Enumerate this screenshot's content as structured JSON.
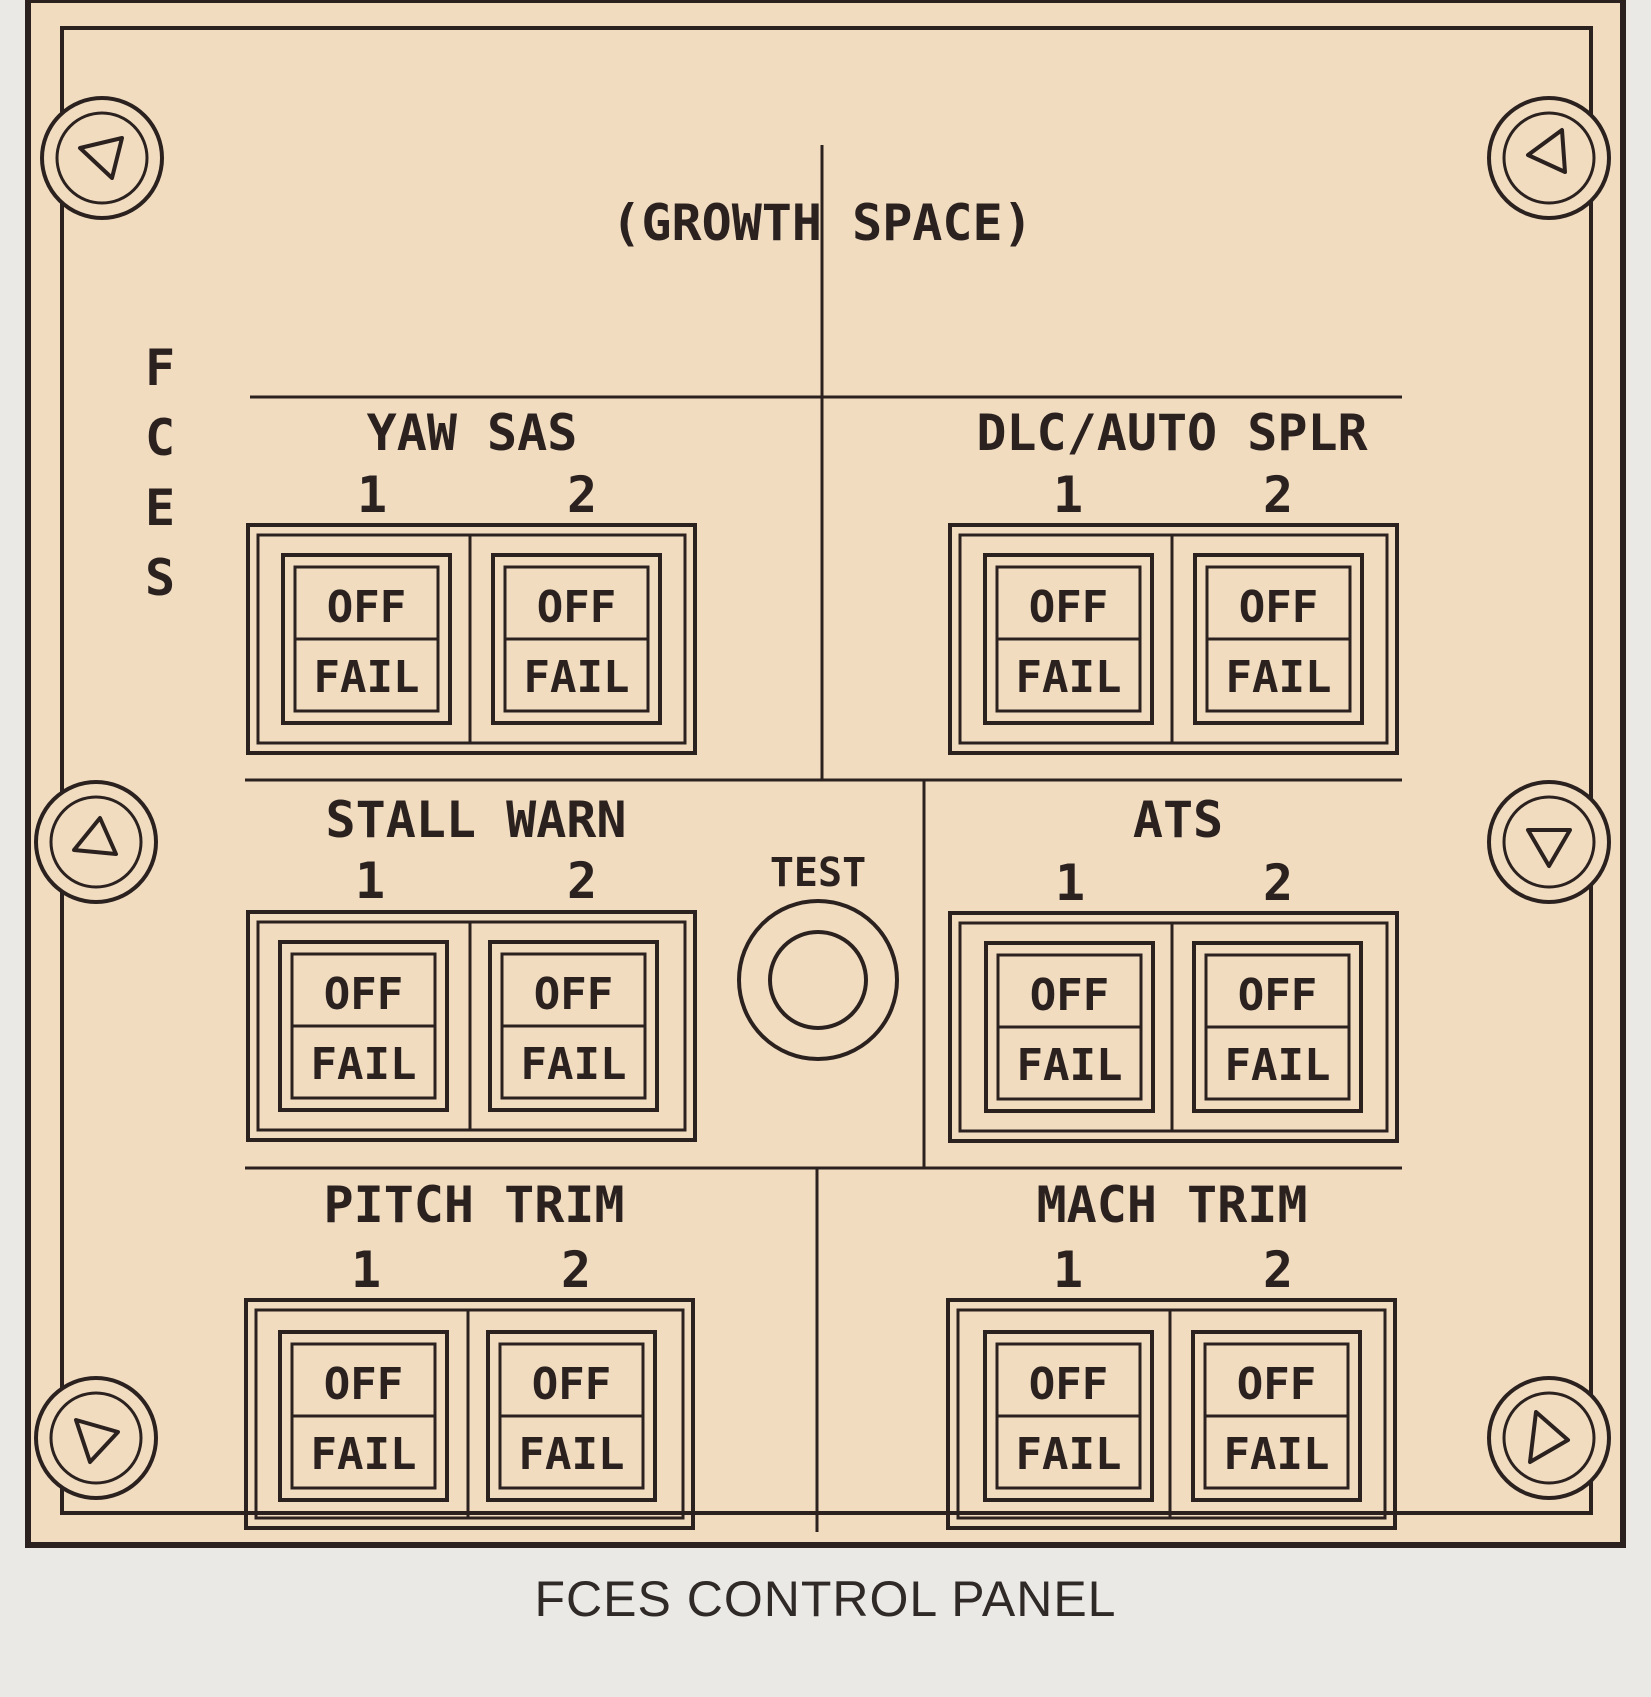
{
  "panel": {
    "growth_space": "(GROWTH SPACE)",
    "side_letters": [
      "F",
      "C",
      "E",
      "S"
    ],
    "test_label": "TEST",
    "caption": "FCES CONTROL PANEL",
    "colors": {
      "panel_face": "#f1dcc0",
      "line": "#2b2220",
      "page": "#ebe9e6"
    },
    "groups": [
      {
        "title": "YAW SAS",
        "num1": "1",
        "num2": "2",
        "switches": [
          {
            "top": "OFF",
            "bottom": "FAIL"
          },
          {
            "top": "OFF",
            "bottom": "FAIL"
          }
        ]
      },
      {
        "title": "DLC/AUTO SPLR",
        "num1": "1",
        "num2": "2",
        "switches": [
          {
            "top": "OFF",
            "bottom": "FAIL"
          },
          {
            "top": "OFF",
            "bottom": "FAIL"
          }
        ]
      },
      {
        "title": "STALL WARN",
        "num1": "1",
        "num2": "2",
        "switches": [
          {
            "top": "OFF",
            "bottom": "FAIL"
          },
          {
            "top": "OFF",
            "bottom": "FAIL"
          }
        ]
      },
      {
        "title": "ATS",
        "num1": "1",
        "num2": "2",
        "switches": [
          {
            "top": "OFF",
            "bottom": "FAIL"
          },
          {
            "top": "OFF",
            "bottom": "FAIL"
          }
        ]
      },
      {
        "title": "PITCH TRIM",
        "num1": "1",
        "num2": "2",
        "switches": [
          {
            "top": "OFF",
            "bottom": "FAIL"
          },
          {
            "top": "OFF",
            "bottom": "FAIL"
          }
        ]
      },
      {
        "title": "MACH TRIM",
        "num1": "1",
        "num2": "2",
        "switches": [
          {
            "top": "OFF",
            "bottom": "FAIL"
          },
          {
            "top": "OFF",
            "bottom": "FAIL"
          }
        ]
      }
    ]
  }
}
